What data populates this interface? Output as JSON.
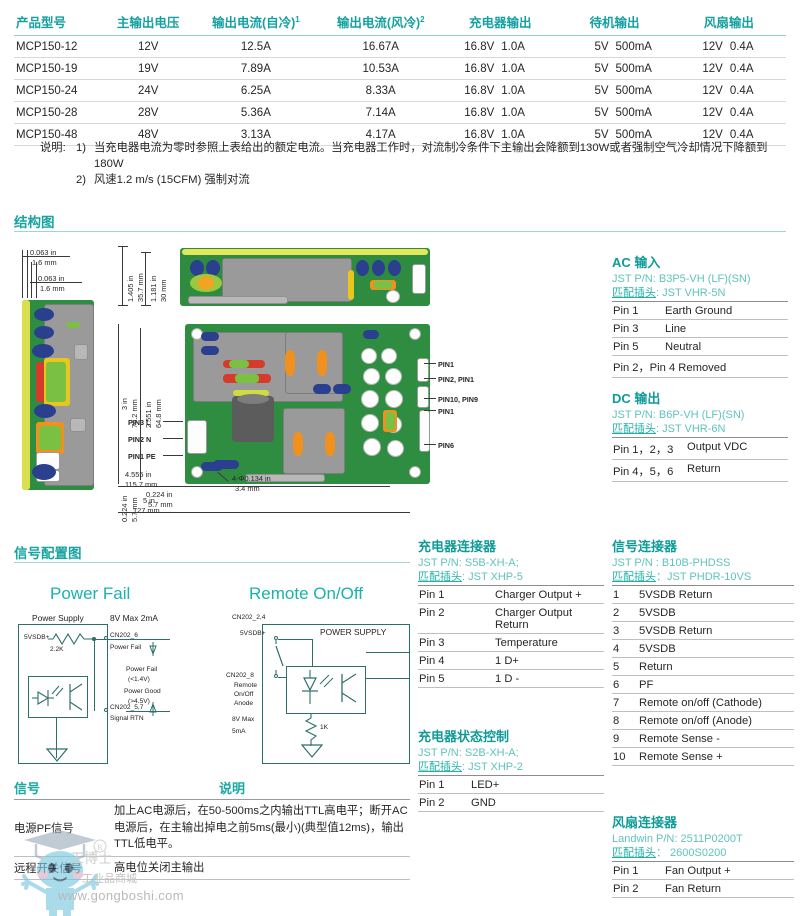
{
  "spec_table": {
    "headers": [
      "产品型号",
      "主输出电压",
      "输出电流(自冷)",
      "输出电流(风冷)",
      "充电器输出",
      "待机输出",
      "风扇输出"
    ],
    "header_sups": [
      "",
      "",
      "1",
      "2",
      "",
      "",
      ""
    ],
    "rows": [
      {
        "model": "MCP150-12",
        "vout": "12V",
        "i_conv": "12.5A",
        "i_fan": "16.67A",
        "chg_v": "16.8V",
        "chg_a": "1.0A",
        "sby_v": "5V",
        "sby_a": "500mA",
        "fan_v": "12V",
        "fan_a": "0.4A"
      },
      {
        "model": "MCP150-19",
        "vout": "19V",
        "i_conv": "7.89A",
        "i_fan": "10.53A",
        "chg_v": "16.8V",
        "chg_a": "1.0A",
        "sby_v": "5V",
        "sby_a": "500mA",
        "fan_v": "12V",
        "fan_a": "0.4A"
      },
      {
        "model": "MCP150-24",
        "vout": "24V",
        "i_conv": "6.25A",
        "i_fan": "8.33A",
        "chg_v": "16.8V",
        "chg_a": "1.0A",
        "sby_v": "5V",
        "sby_a": "500mA",
        "fan_v": "12V",
        "fan_a": "0.4A"
      },
      {
        "model": "MCP150-28",
        "vout": "28V",
        "i_conv": "5.36A",
        "i_fan": "7.14A",
        "chg_v": "16.8V",
        "chg_a": "1.0A",
        "sby_v": "5V",
        "sby_a": "500mA",
        "fan_v": "12V",
        "fan_a": "0.4A"
      },
      {
        "model": "MCP150-48",
        "vout": "48V",
        "i_conv": "3.13A",
        "i_fan": "4.17A",
        "chg_v": "16.8V",
        "chg_a": "1.0A",
        "sby_v": "5V",
        "sby_a": "500mA",
        "fan_v": "12V",
        "fan_a": "0.4A"
      }
    ]
  },
  "notes": {
    "label": "说明:",
    "n1_num": "1)",
    "n1_text": "当充电器电流为零时参照上表给出的额定电流。当充电器工作时，对流制冷条件下主输出会降额到130W或者强制空气冷却情况下降额到",
    "n1_cont": "180W",
    "n2_num": "2)",
    "n2_text": "风速1.2 m/s (15CFM) 强制对流"
  },
  "sections": {
    "structure": "结构图",
    "signal_config": "信号配置图"
  },
  "mechanical": {
    "dims": {
      "d1_in": "0.063 in",
      "d1_mm": "1.6 mm",
      "d2_in": "0.063 in",
      "d2_mm": "1.6 mm",
      "h1_in": "1.405 in",
      "h1_mm": "35.7 mm",
      "h2_in": "1.181 in",
      "h2_mm": "30 mm",
      "v1_in": "3 in",
      "v1_mm": "76.2 mm",
      "v2_in": "2.551 in",
      "v2_mm": "64.8 mm",
      "b1_in": "0.224 in",
      "b1_mm": "5.7 mm",
      "b2_in": "0.224 in",
      "b2_mm": "5.7 mm",
      "w1_in": "4.555 in",
      "w1_mm": "115.7 mm",
      "w2_in": "5 in",
      "w2_mm": "127 mm",
      "hole_in": "4-Φ0.134 in",
      "hole_mm": "3.4 mm"
    },
    "pins_left": [
      "PIN3 L",
      "PIN2 N",
      "PIN1 PE"
    ],
    "pins_right": [
      "PIN1",
      "PIN2, PIN1",
      "PIN10, PIN9",
      "PIN1",
      "PIN6"
    ]
  },
  "ac_input": {
    "title": "AC 输入",
    "pn": "JST P/N: B3P5-VH  (LF)(SN)",
    "mate_label": "匹配插头",
    "mate_value": ": JST VHR-5N",
    "rows": [
      {
        "pin": "Pin 1",
        "fn": "Earth Ground"
      },
      {
        "pin": "Pin 3",
        "fn": "Line"
      },
      {
        "pin": "Pin 5",
        "fn": "Neutral"
      },
      {
        "pin": "Pin 2，Pin 4 Removed",
        "fn": ""
      }
    ]
  },
  "dc_output": {
    "title": "DC 输出",
    "pn": "JST P/N: B6P-VH (LF)(SN)",
    "mate_label": "匹配插头",
    "mate_value": ": JST VHR-6N",
    "rows": [
      {
        "pin": "Pin 1，2，3",
        "fn": "Output VDC"
      },
      {
        "pin": "Pin 4，5，6",
        "fn": "Return"
      }
    ]
  },
  "charger_conn": {
    "title": "充电器连接器",
    "pn": "JST P/N: S5B-XH-A;",
    "mate_label": "匹配插头",
    "mate_value": ": JST XHP-5",
    "rows": [
      {
        "pin": "Pin 1",
        "fn": "Charger Output +"
      },
      {
        "pin": "Pin 2",
        "fn": "Charger Output Return"
      },
      {
        "pin": "Pin 3",
        "fn": "Temperature"
      },
      {
        "pin": "Pin 4",
        "fn": "1 D+"
      },
      {
        "pin": "Pin 5",
        "fn": "1 D -"
      }
    ]
  },
  "charger_status": {
    "title": "充电器状态控制",
    "pn": "JST P/N: S2B-XH-A;",
    "mate_label": "匹配插头",
    "mate_value": ": JST XHP-2",
    "rows": [
      {
        "pin": "Pin 1",
        "fn": "LED+"
      },
      {
        "pin": "Pin 2",
        "fn": "GND"
      }
    ]
  },
  "signal_conn": {
    "title": "信号连接器",
    "pn": "JST P/N : B10B-PHDSS",
    "mate_label": "匹配插头",
    "mate_value": "：JST PHDR-10VS",
    "rows": [
      {
        "pin": "1",
        "fn": "5VSDB Return"
      },
      {
        "pin": "2",
        "fn": "5VSDB"
      },
      {
        "pin": "3",
        "fn": "5VSDB Return"
      },
      {
        "pin": "4",
        "fn": "5VSDB"
      },
      {
        "pin": "5",
        "fn": "Return"
      },
      {
        "pin": "6",
        "fn": "PF"
      },
      {
        "pin": "7",
        "fn": "Remote on/off (Cathode)"
      },
      {
        "pin": "8",
        "fn": "Remote on/off (Anode)"
      },
      {
        "pin": "9",
        "fn": "Remote Sense -"
      },
      {
        "pin": "10",
        "fn": "Remote Sense +"
      }
    ]
  },
  "fan_conn": {
    "title": "风扇连接器",
    "pn": "Landwin P/N: 2511P0200T",
    "mate_label": "匹配插头",
    "mate_value": "： 2600S0200",
    "rows": [
      {
        "pin": "Pin 1",
        "fn": "Fan Output +"
      },
      {
        "pin": "Pin 2",
        "fn": "Fan Return"
      }
    ]
  },
  "power_fail_diagram": {
    "title": "Power Fail",
    "labels": {
      "supply": "Power Supply",
      "rail": "5VSDB+",
      "res": "2.2K",
      "max": "8V Max 2mA",
      "cn_pf": "CN202_6",
      "pf": "Power Fail",
      "thresh1": "Power Fail",
      "thresh1v": "(<1.4V)",
      "thresh2": "Power Good",
      "thresh2v": "(>4.5V)",
      "cn_rtn": "CN202_5,7",
      "rtn": "Signal RTN"
    }
  },
  "remote_diagram": {
    "title": "Remote On/Off",
    "labels": {
      "cn_top": "CN202_2,4",
      "rail": "5VSDB+",
      "ps": "POWER SUPPLY",
      "cn_8": "CN202_8",
      "remote": "Remote",
      "onoff": "On/Off",
      "anode": "Anode",
      "max1": "8V Max",
      "max2": "5mA",
      "res": "1K"
    }
  },
  "signal_table": {
    "h_signal": "信号",
    "h_desc": "说明",
    "rows": [
      {
        "signal": "电源PF信号",
        "desc": "加上AC电源后，在50-500ms之内输出TTL高电平；断开AC电源后，在主输出掉电之前5ms(最小)(典型值12ms)，输出TTL低电平。"
      },
      {
        "signal": "远程开关信号",
        "desc": "高电位关闭主输出"
      }
    ]
  },
  "watermark": {
    "url": "www.gongboshi.com",
    "cn": "工业品商城",
    "cn2": "工博士"
  },
  "colors": {
    "teal": "#16a0a0",
    "teal_light": "#5fc3bd",
    "rule": "#9ed6d4"
  }
}
